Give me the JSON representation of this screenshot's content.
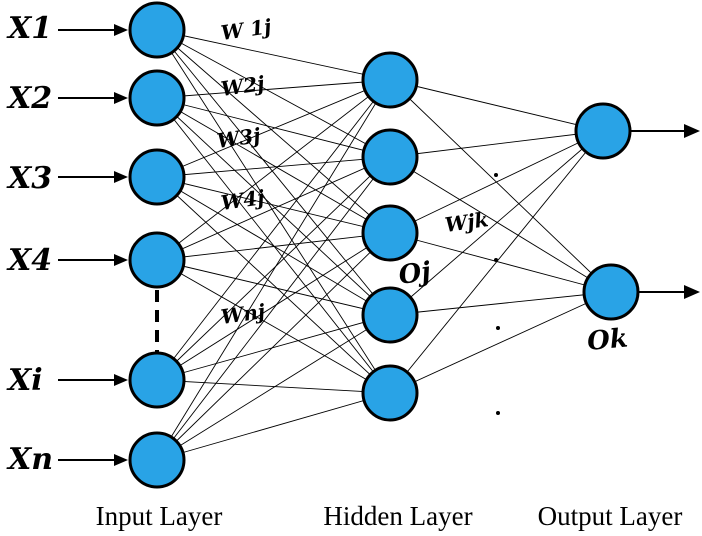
{
  "inputs": [
    {
      "label": "X1"
    },
    {
      "label": "X2"
    },
    {
      "label": "X3"
    },
    {
      "label": "X4"
    },
    {
      "label": "Xi"
    },
    {
      "label": "Xn"
    }
  ],
  "weights": [
    "W 1j",
    "W2j",
    "W3j",
    "W4j",
    "Wnj"
  ],
  "hidden_weight": "Wjk",
  "hidden_node_label": "Oj",
  "output_node_label": "Ok",
  "layers": {
    "input": "Input Layer",
    "hidden": "Hidden Layer",
    "output": "Output Layer"
  },
  "colors": {
    "node_fill": "#29a3e6",
    "node_stroke": "#000000"
  }
}
